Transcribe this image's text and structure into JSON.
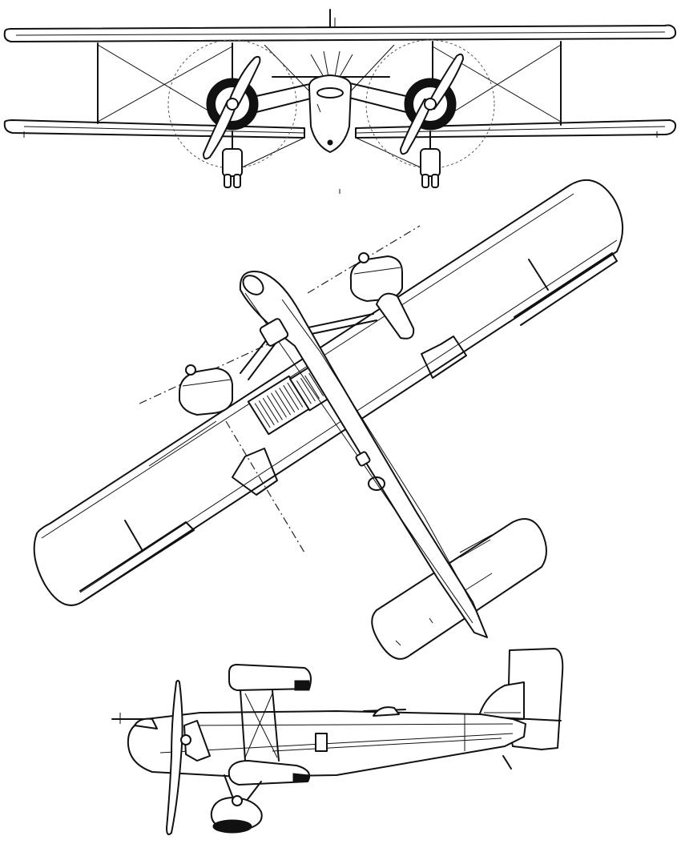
{
  "figure": {
    "views": [
      {
        "id": "front",
        "name": "front-view"
      },
      {
        "id": "plan",
        "name": "plan-view"
      },
      {
        "id": "side",
        "name": "side-view"
      }
    ],
    "colors": {
      "line": "#111111",
      "background": "#ffffff",
      "shade": "#666666"
    },
    "features": {
      "wing_type": "biplane",
      "engine_count": 2,
      "blades_per_propeller": 2
    }
  }
}
